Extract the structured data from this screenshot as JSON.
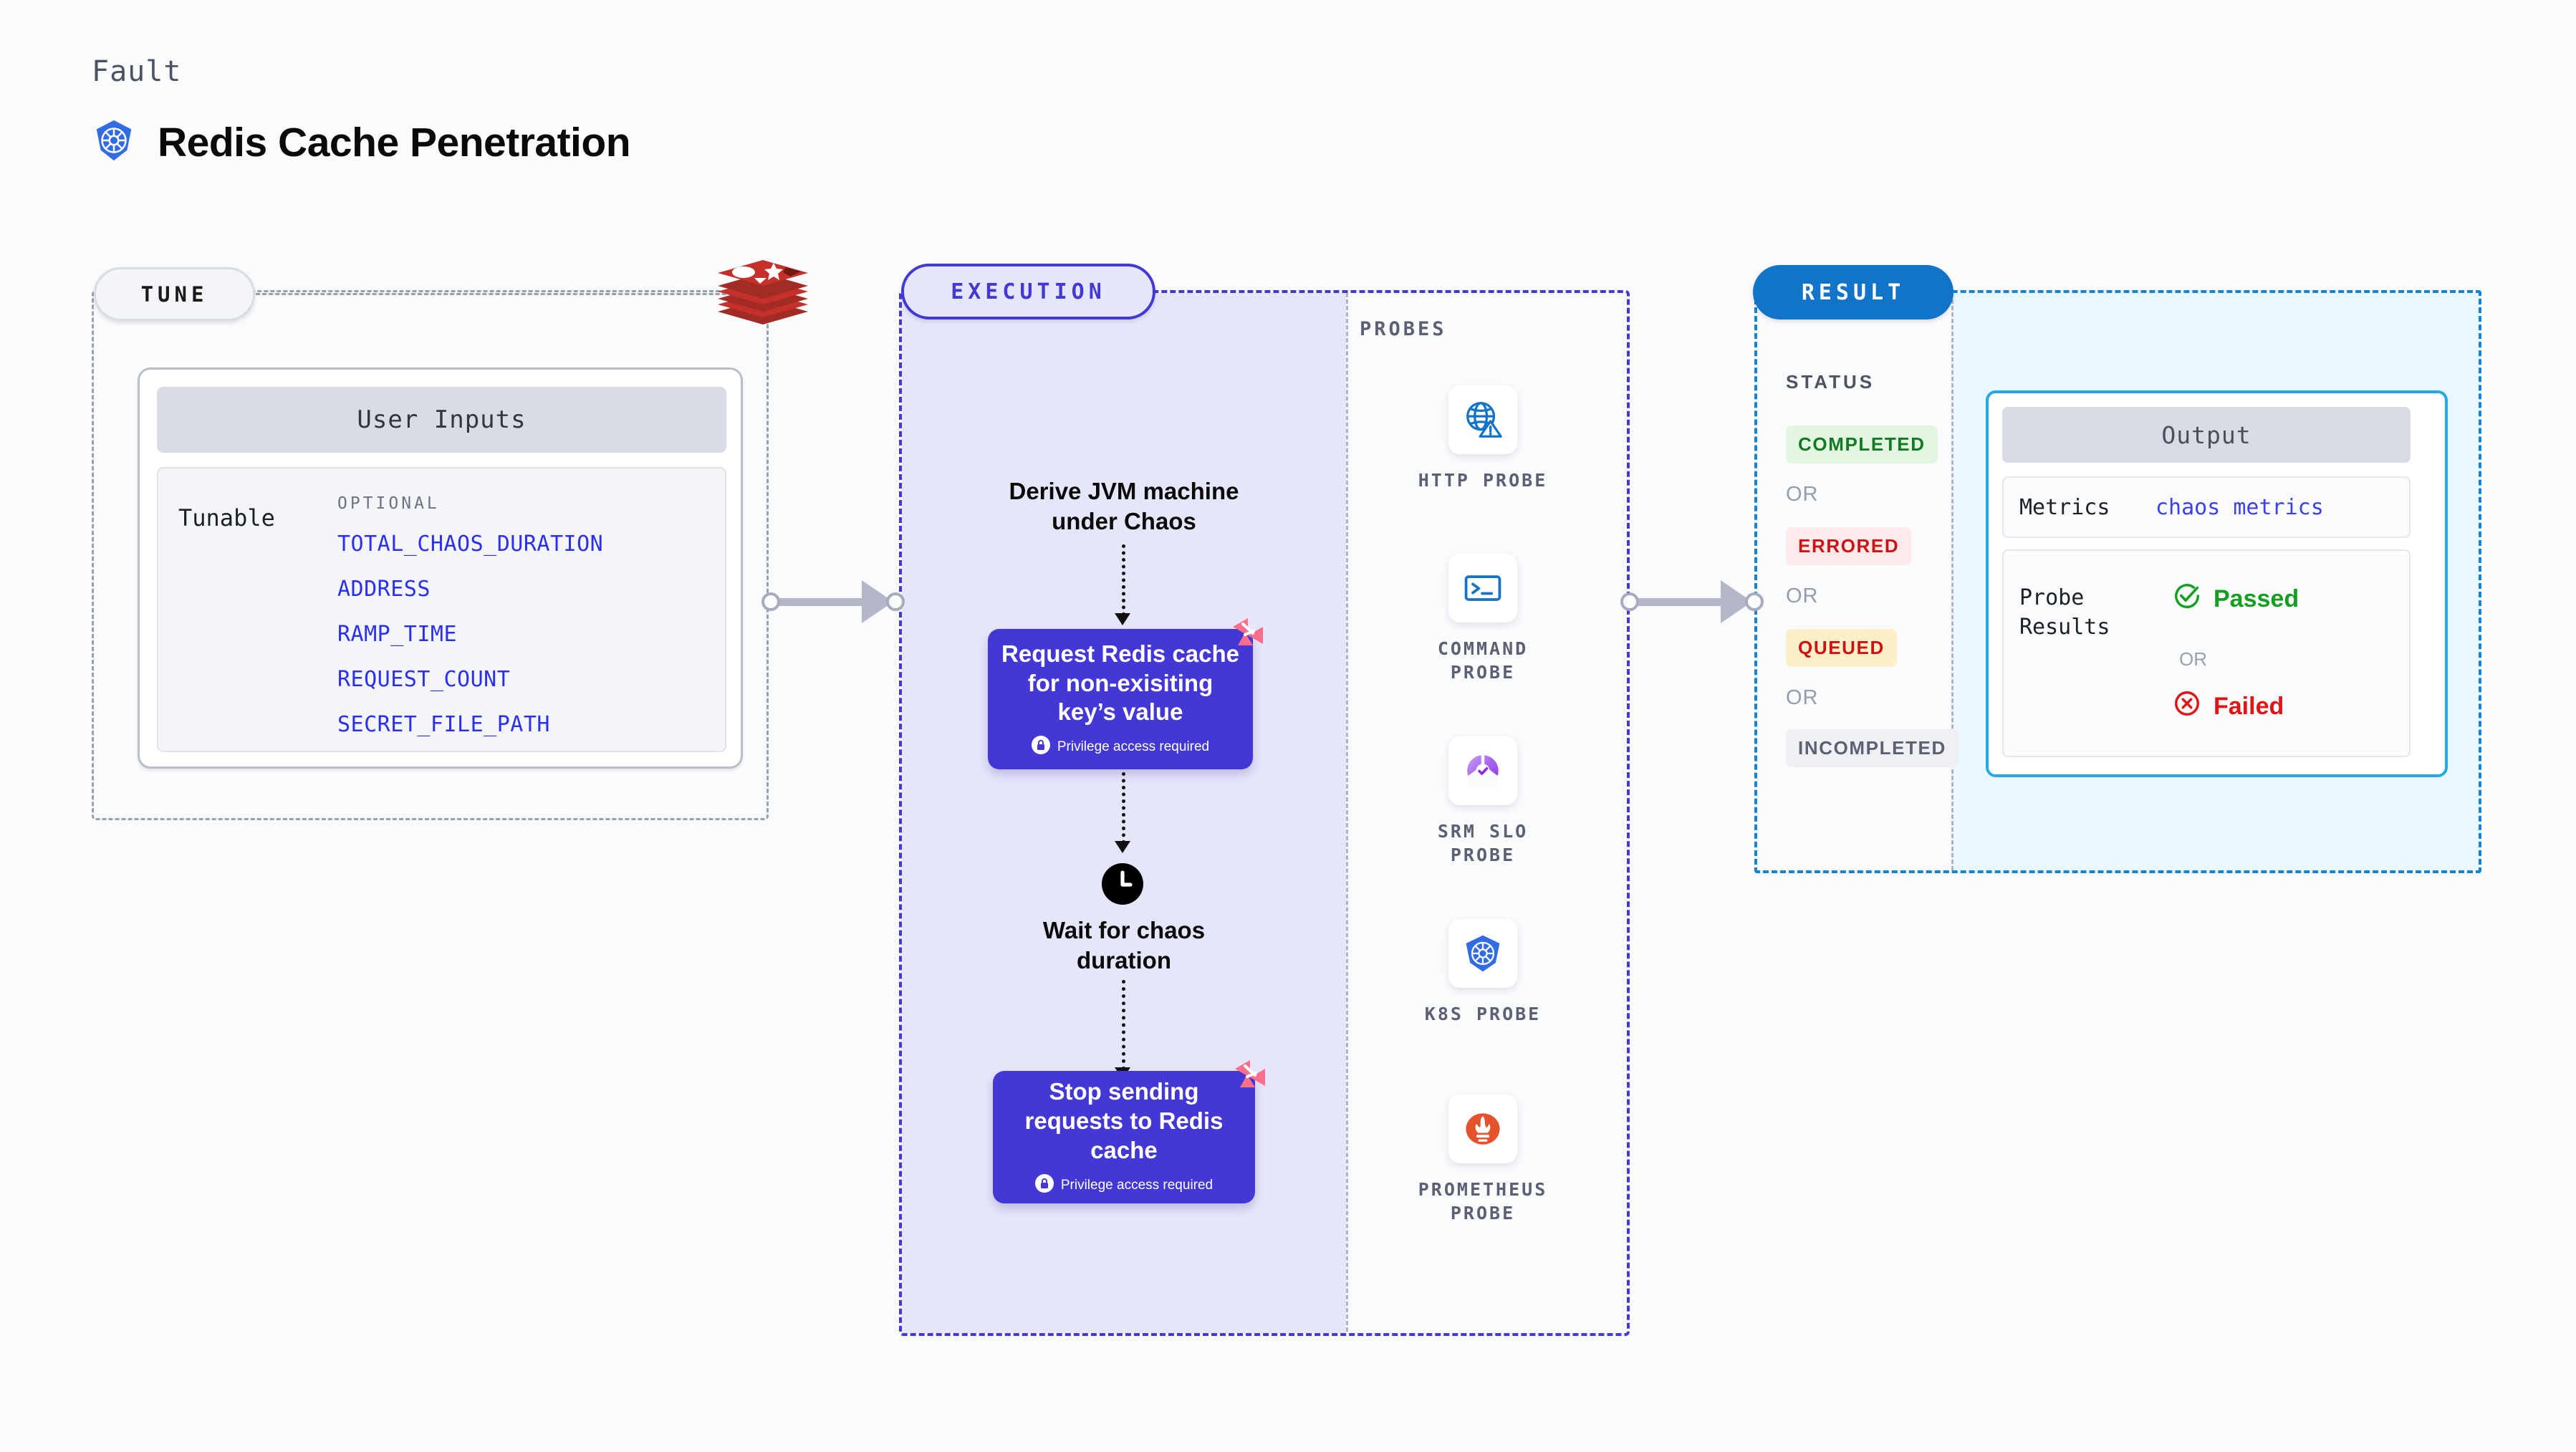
{
  "header": {
    "eyebrow": "Fault",
    "title": "Redis Cache Penetration",
    "icon": "kubernetes-icon"
  },
  "tune": {
    "pill_label": "TUNE",
    "source_icon": "redis-logo",
    "card_title": "User Inputs",
    "tunable_label": "Tunable",
    "optional_label": "OPTIONAL",
    "params": [
      "TOTAL_CHAOS_DURATION",
      "ADDRESS",
      "RAMP_TIME",
      "REQUEST_COUNT",
      "SECRET_FILE_PATH"
    ]
  },
  "execution": {
    "pill_label": "EXECUTION",
    "steps": [
      {
        "type": "text",
        "label": "Derive JVM machine under Chaos"
      },
      {
        "type": "action",
        "label": "Request Redis cache for non-exisiting key’s value",
        "note": "Privilege access required",
        "badge": "litmus-logo-icon",
        "lock": "lock-icon"
      },
      {
        "type": "wait",
        "icon": "clock-icon",
        "label": "Wait for chaos duration"
      },
      {
        "type": "action",
        "label": "Stop sending requests to Redis cache",
        "note": "Privilege access required",
        "badge": "litmus-logo-icon",
        "lock": "lock-icon"
      }
    ]
  },
  "probes": {
    "section_label": "PROBES",
    "items": [
      {
        "name": "HTTP PROBE",
        "icon": "globe-warning-icon"
      },
      {
        "name": "COMMAND PROBE",
        "icon": "terminal-icon"
      },
      {
        "name": "SRM SLO PROBE",
        "icon": "srm-slo-icon"
      },
      {
        "name": "K8S PROBE",
        "icon": "kubernetes-icon"
      },
      {
        "name": "PROMETHEUS PROBE",
        "icon": "prometheus-icon"
      }
    ]
  },
  "result": {
    "pill_label": "RESULT",
    "status_label": "STATUS",
    "or_label": "OR",
    "statuses": [
      {
        "label": "COMPLETED",
        "color": "#117a22",
        "bg": "#e2f6e2"
      },
      {
        "label": "ERRORED",
        "color": "#cc1212",
        "bg": "#fdeaea"
      },
      {
        "label": "QUEUED",
        "color": "#cc1212",
        "bg": "#fdf0c8"
      },
      {
        "label": "INCOMPLETED",
        "color": "#5b6173",
        "bg": "#eef0f4"
      }
    ],
    "output": {
      "title": "Output",
      "metrics_key": "Metrics",
      "metrics_value": "chaos metrics",
      "probe_results_key": "Probe Results",
      "passed_label": "Passed",
      "failed_label": "Failed",
      "or_label": "OR",
      "passed_icon": "check-circle-icon",
      "failed_icon": "x-circle-icon"
    }
  },
  "colors": {
    "accent_purple": "#4338d6",
    "accent_blue": "#1174c9",
    "redis_red": "#c6302b",
    "litmus_pink": "#fd6e8a",
    "pass_green": "#14a01f",
    "fail_red": "#e01414",
    "param_blue": "#2b30f0"
  }
}
